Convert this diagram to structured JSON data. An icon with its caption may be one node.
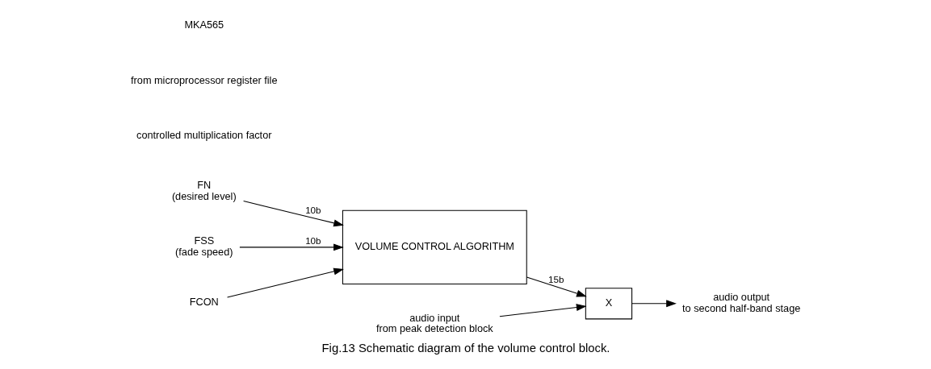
{
  "diagram": {
    "caption": "Fig.13 Schematic diagram of the volume control block.",
    "nodes": [
      {
        "text": [
          "X"
        ]
      },
      {
        "text": [
          "VOLUME CONTROL ALGORITHM"
        ]
      },
      {
        "text": [
          "audio input",
          "from peak detection block"
        ]
      },
      {
        "text": [
          "audio output",
          "to second half-band stage"
        ]
      },
      {
        "text": [
          "FN",
          "(desired level)"
        ]
      },
      {
        "text": [
          "FSS",
          "(fade speed)"
        ]
      },
      {
        "text": [
          "FCON"
        ]
      }
    ],
    "edges": [
      {
        "from": 2,
        "to": 0,
        "arrow": "to"
      },
      {
        "from": 0,
        "to": 3,
        "arrow": "to"
      },
      {
        "from": 1,
        "to": 0,
        "arrow": "to",
        "label": "15b"
      },
      {
        "from": 4,
        "to": 1,
        "arrow": "to",
        "label": "10b"
      },
      {
        "from": 5,
        "to": 1,
        "arrow": "to",
        "label": "10b"
      },
      {
        "from": 6,
        "to": 1,
        "arrow": "to"
      }
    ],
    "labels": [
      "controlled multiplication factor",
      "from microprocessor register file",
      "MKA565"
    ]
  }
}
